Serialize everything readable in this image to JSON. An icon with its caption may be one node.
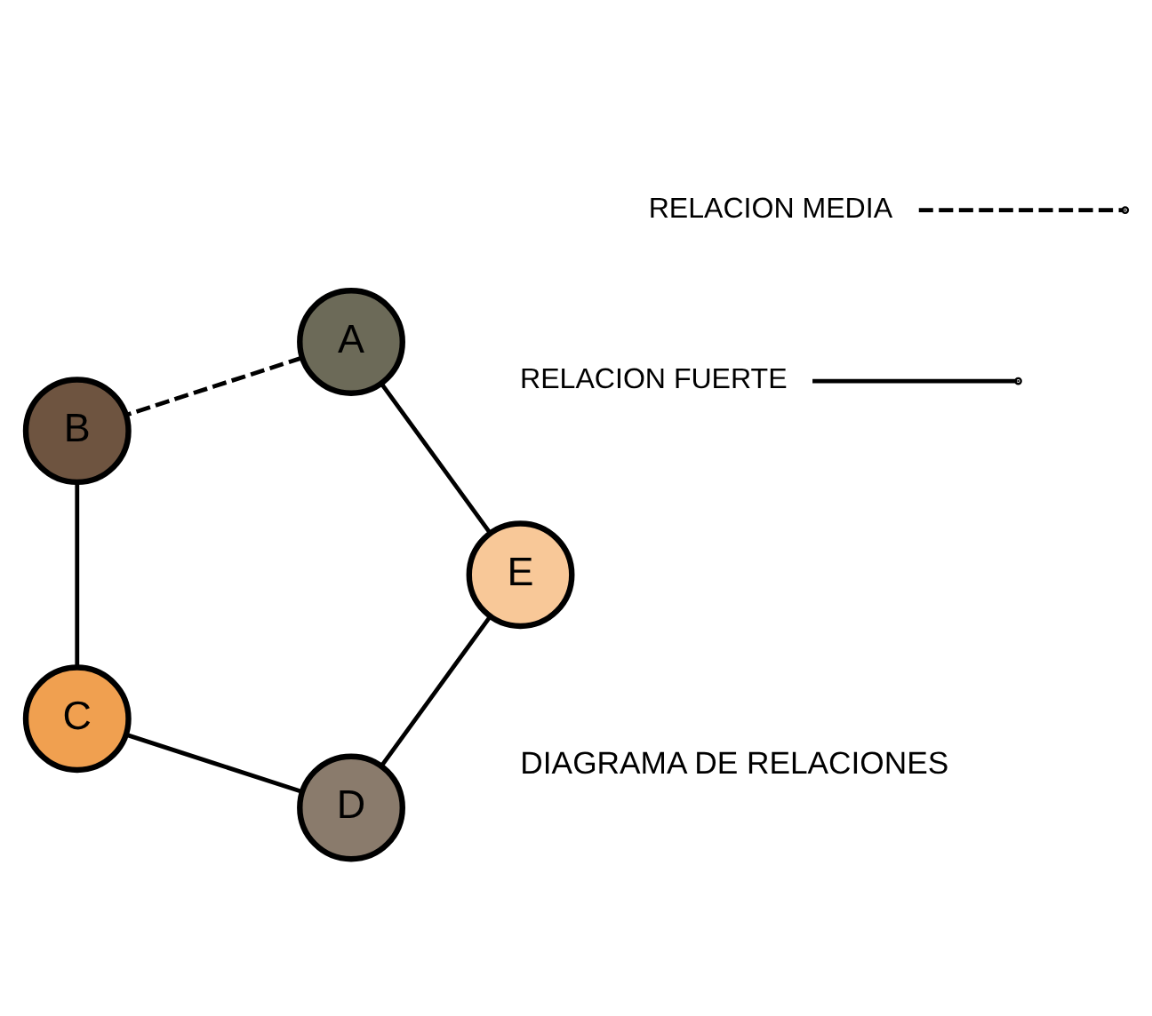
{
  "diagram": {
    "nodes": [
      {
        "text": [
          "D"
        ]
      },
      {
        "text": [
          "C"
        ]
      },
      {
        "text": [
          "E"
        ]
      },
      {
        "text": [
          "B"
        ]
      },
      {
        "text": [
          "A"
        ]
      }
    ],
    "edges": [
      {
        "from": 0,
        "to": 1,
        "arrow": "none"
      },
      {
        "from": 0,
        "to": 2,
        "arrow": "none"
      },
      {
        "from": 1,
        "to": 3,
        "arrow": "none"
      },
      {
        "from": 2,
        "to": 4,
        "arrow": "none"
      },
      {
        "from": 4,
        "to": 3,
        "arrow": "none",
        "style": "dashed"
      }
    ],
    "labels": [
      "DIAGRAMA DE RELACIONES"
    ],
    "legend": [
      {
        "text": "RELACION MEDIA"
      },
      {
        "text": "RELACION FUERTE"
      }
    ]
  }
}
